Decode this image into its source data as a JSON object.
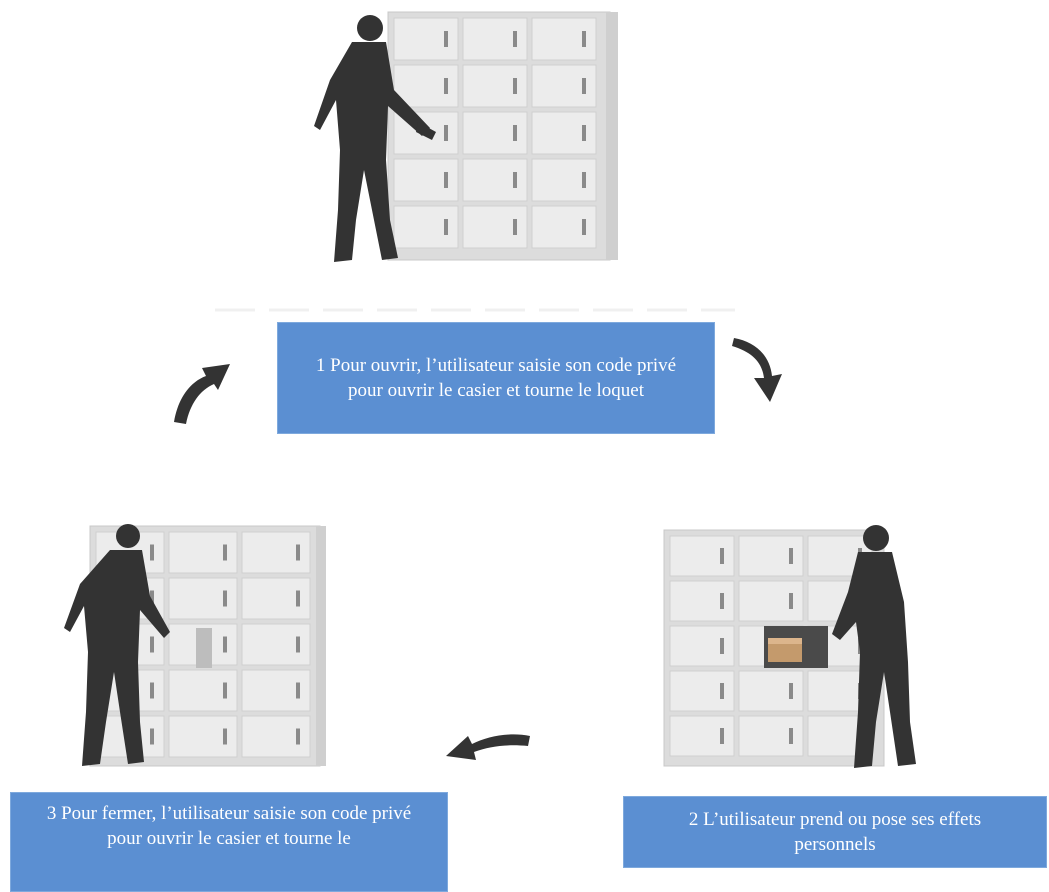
{
  "steps": [
    {
      "number": "1",
      "text": "1 Pour ouvrir, l’utilisateur saisie son code privé pour ouvrir le casier et tourne le loquet"
    },
    {
      "number": "2",
      "text": "2 L’utilisateur prend ou pose ses effets personnels"
    },
    {
      "number": "3",
      "text": "3 Pour fermer, l’utilisateur saisie son code privé pour ouvrir le casier et tourne le"
    }
  ],
  "colors": {
    "caption_bg": "#5b8fd2",
    "caption_text": "#ffffff",
    "arrow": "#333333",
    "silhouette": "#333333",
    "locker_door": "#ececec",
    "locker_frame": "#dcdcdc"
  },
  "icons": {
    "arrow_1_to_2": "curved-arrow-down-right-icon",
    "arrow_2_to_3": "curved-arrow-left-icon",
    "arrow_3_to_1": "curved-arrow-up-right-icon"
  }
}
